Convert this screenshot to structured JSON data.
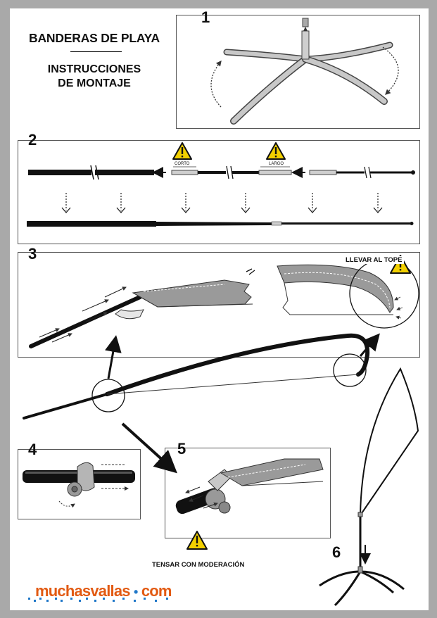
{
  "header": {
    "title": "BANDERAS DE PLAYA",
    "subtitle_line1": "INSTRUCCIONES",
    "subtitle_line2": "DE MONTAJE"
  },
  "steps": [
    {
      "number": "1"
    },
    {
      "number": "2",
      "short_label": "CORTO",
      "long_label": "LARGO"
    },
    {
      "number": "3",
      "note": "LLEVAR AL TOPE"
    },
    {
      "number": "4"
    },
    {
      "number": "5",
      "note": "TENSAR CON MODERACIÓN"
    },
    {
      "number": "6"
    }
  ],
  "logo": {
    "name": "muchasvallas",
    "separator": "•",
    "tld": "com"
  },
  "colors": {
    "background": "#a9a9a9",
    "sheet": "#ffffff",
    "warning_yellow": "#f2d000",
    "logo_orange": "#e25a12",
    "logo_blue": "#1f77c8"
  }
}
